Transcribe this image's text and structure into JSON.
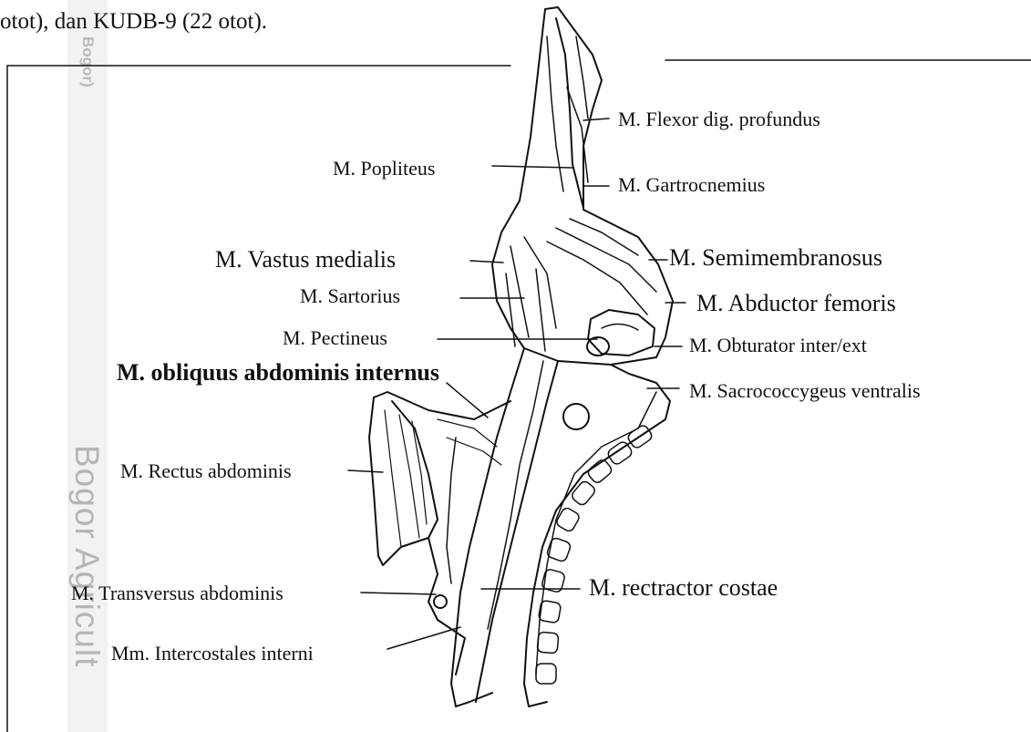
{
  "header_text": "otot), dan KUDB-9 (22 otot).",
  "watermark": {
    "small": "Bogor)",
    "large": "Bogor Agricult"
  },
  "labels": {
    "flexor": "M. Flexor dig. profundus",
    "popliteus": "M. Popliteus",
    "gartrocnemius": "M. Gartrocnemius",
    "vastus": "M. Vastus medialis",
    "semimembranosus": "M. Semimembranosus",
    "sartorius": "M. Sartorius",
    "abductor": "M. Abductor femoris",
    "pectineus": "M. Pectineus",
    "obturator": "M. Obturator inter/ext",
    "obliquus": "M. obliquus abdominis internus",
    "sacrococcygeus": "M. Sacrococcygeus ventralis",
    "rectus": "M. Rectus abdominis",
    "transversus": "M. Transversus abdominis",
    "rectractor": "M. rectractor costae",
    "intercostales": "Mm. Intercostales interni"
  }
}
